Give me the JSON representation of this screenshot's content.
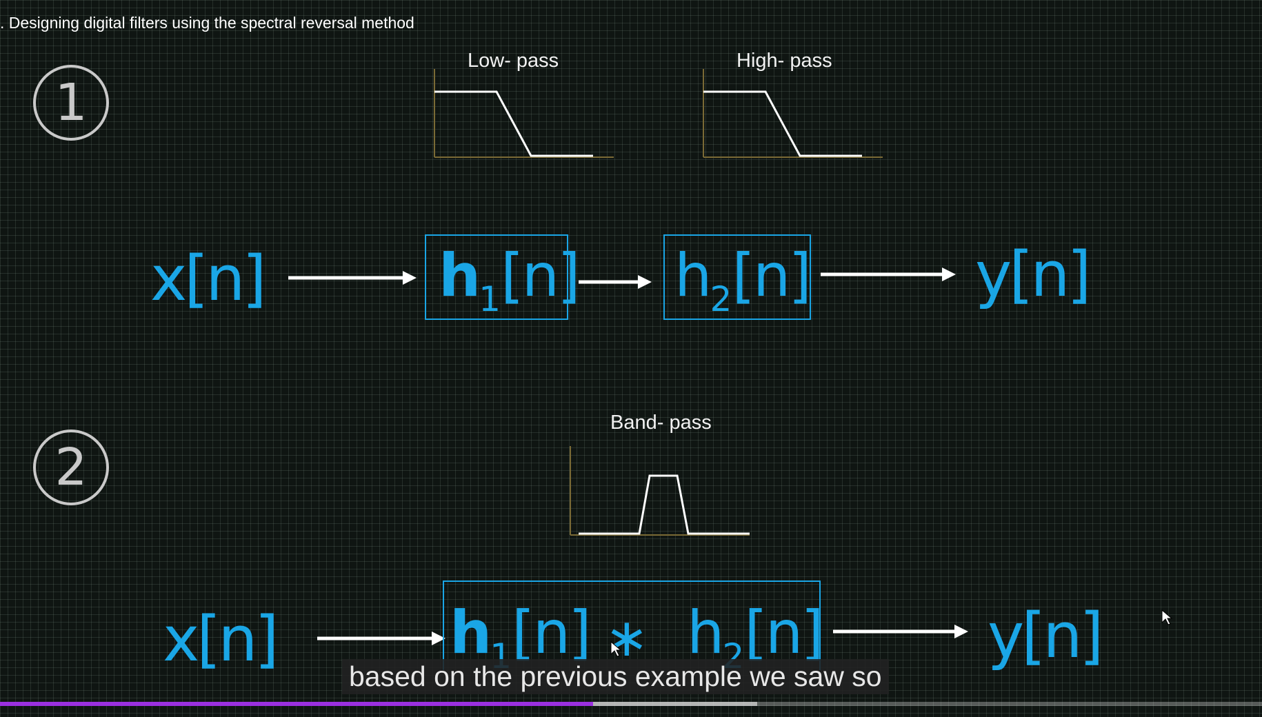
{
  "video": {
    "title": ". Designing digital filters using the spectral reversal method",
    "caption": "based on the previous example we saw so",
    "progress": {
      "played_fraction": 0.47,
      "buffered_fraction": 0.6
    }
  },
  "slide": {
    "step1": {
      "number": "1",
      "lowpass_label": "Low- pass",
      "highpass_label": "High- pass",
      "input": "x[n]",
      "filter1": {
        "main": "h",
        "sub": "1",
        "arg": "[n]"
      },
      "filter2": {
        "main": "h",
        "sub": "2",
        "arg": "[n]"
      },
      "output": "y[n]"
    },
    "step2": {
      "number": "2",
      "bandpass_label": "Band- pass",
      "input": "x[n]",
      "filter1": {
        "main": "h",
        "sub": "1",
        "arg": "[n]"
      },
      "operator": "∗",
      "filter2": {
        "main": "h",
        "sub": "2",
        "arg": "[n]"
      },
      "output": "y[n]"
    }
  },
  "colors": {
    "accent": "#1aa6e6",
    "progress": "#9b30e0",
    "background": "#0f1512"
  },
  "icons": {
    "cursor": "mouse-pointer-icon"
  }
}
